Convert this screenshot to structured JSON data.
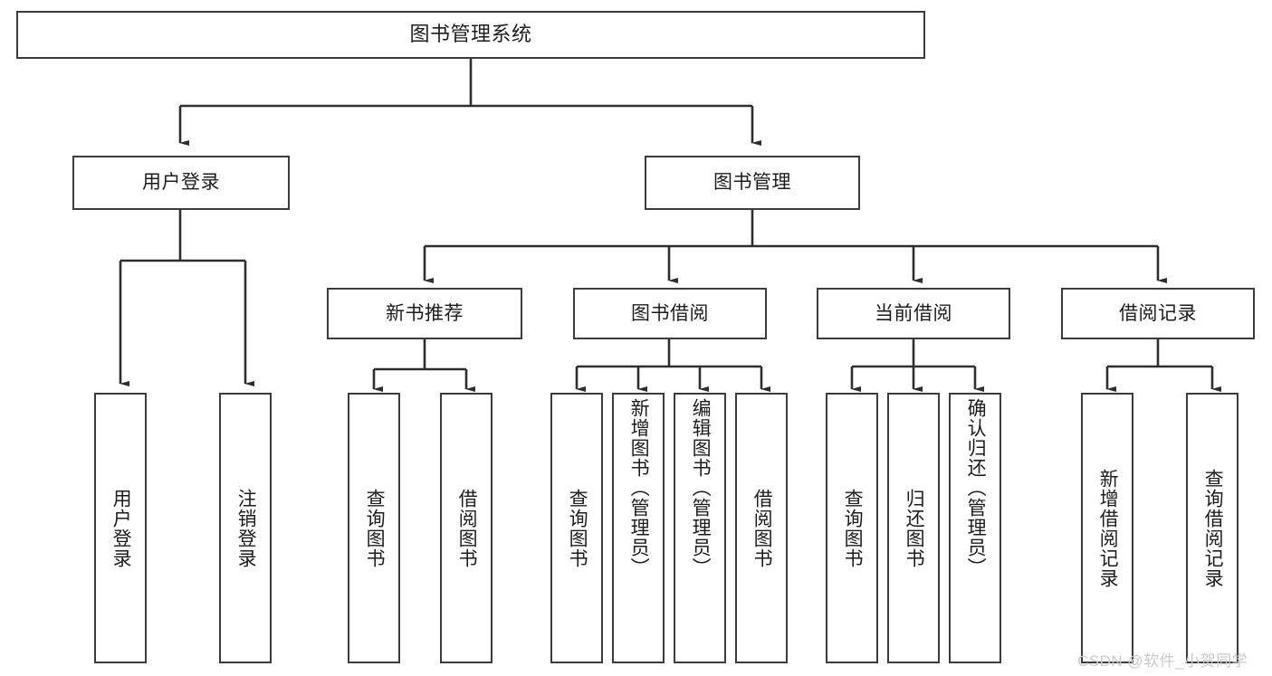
{
  "diagram": {
    "title": "图书管理系统",
    "type": "tree-hierarchy-diagram",
    "background_color": "#ffffff",
    "line_color": "#3c3c3c",
    "text_color": "#1d1d1d"
  },
  "nodes": {
    "root": {
      "label": "图书管理系统"
    },
    "level1": [
      {
        "label": "用户登录"
      },
      {
        "label": "图书管理"
      }
    ],
    "level2": [
      {
        "label": "新书推荐"
      },
      {
        "label": "图书借阅"
      },
      {
        "label": "当前借阅"
      },
      {
        "label": "借阅记录"
      }
    ],
    "leaves": {
      "user_login": [
        {
          "label": "用户登录"
        },
        {
          "label": "注销登录"
        }
      ],
      "new_book_recommend": [
        {
          "label": "查询图书"
        },
        {
          "label": "借阅图书"
        }
      ],
      "book_borrow": [
        {
          "label": "查询图书"
        },
        {
          "label": "新增图书（管理员）"
        },
        {
          "label": "编辑图书（管理员）"
        },
        {
          "label": "借阅图书"
        }
      ],
      "current_borrow": [
        {
          "label": "查询图书"
        },
        {
          "label": "归还图书"
        },
        {
          "label": "确认归还（管理员）"
        }
      ],
      "borrow_record": [
        {
          "label": "新增借阅记录"
        },
        {
          "label": "查询借阅记录"
        }
      ]
    }
  },
  "watermark": {
    "text": "CSDN @软件_小贺同学"
  }
}
